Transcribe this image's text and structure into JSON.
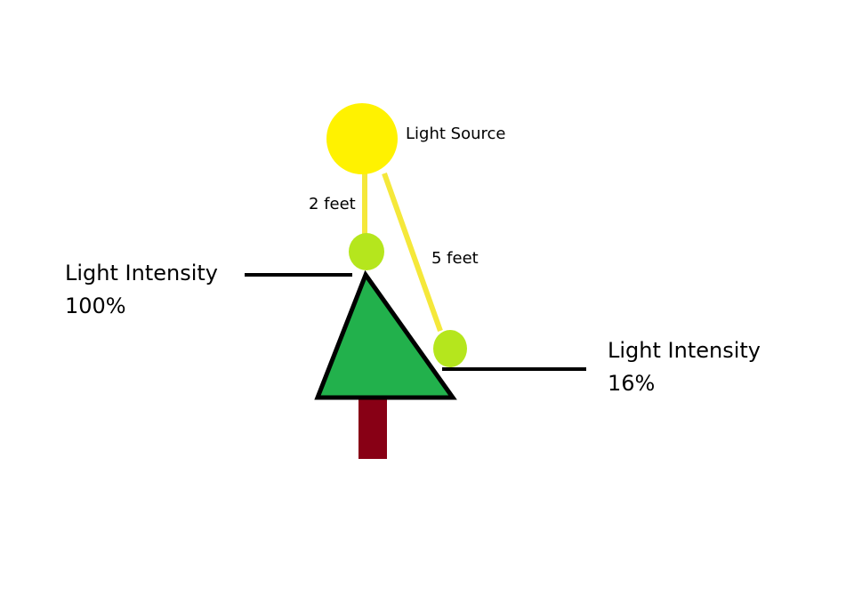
{
  "colors": {
    "light_source": "#FFF200",
    "light_rays": "#F5E83A",
    "bulb": "#B5E61D",
    "tree": "#22B14C",
    "trunk": "#880015",
    "outline": "#000000",
    "background": "#FFFFFF"
  },
  "labels": {
    "light_source": "Light Source",
    "distance_near": "2 feet",
    "distance_far": "5 feet",
    "intensity_left_title": "Light Intensity",
    "intensity_left_value": "100%",
    "intensity_right_title": "Light Intensity",
    "intensity_right_value": "16%"
  }
}
